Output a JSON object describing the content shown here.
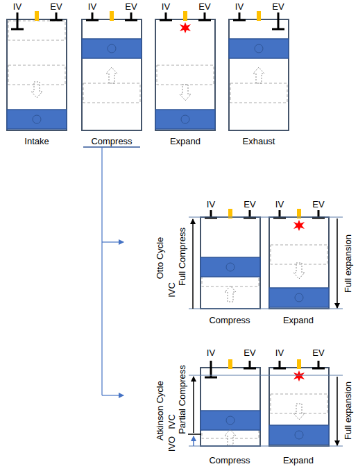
{
  "diagram": {
    "labels": [
      "IV",
      "EV",
      "IV",
      "EV",
      "IV",
      "EV",
      "IV",
      "EV",
      "Intake",
      "Compress",
      "Expand",
      "Exhaust",
      "Otto Cycle",
      "IVC",
      "Full Compress",
      "IV",
      "EV",
      "IV",
      "EV",
      "Full expansion",
      "Compress",
      "Expand",
      "Atkinson Cycle",
      "IVC",
      "Partial Compress",
      "IVO",
      "IV",
      "EV",
      "IV",
      "EV",
      "Full expansion",
      "Compress",
      "Expand"
    ]
  }
}
